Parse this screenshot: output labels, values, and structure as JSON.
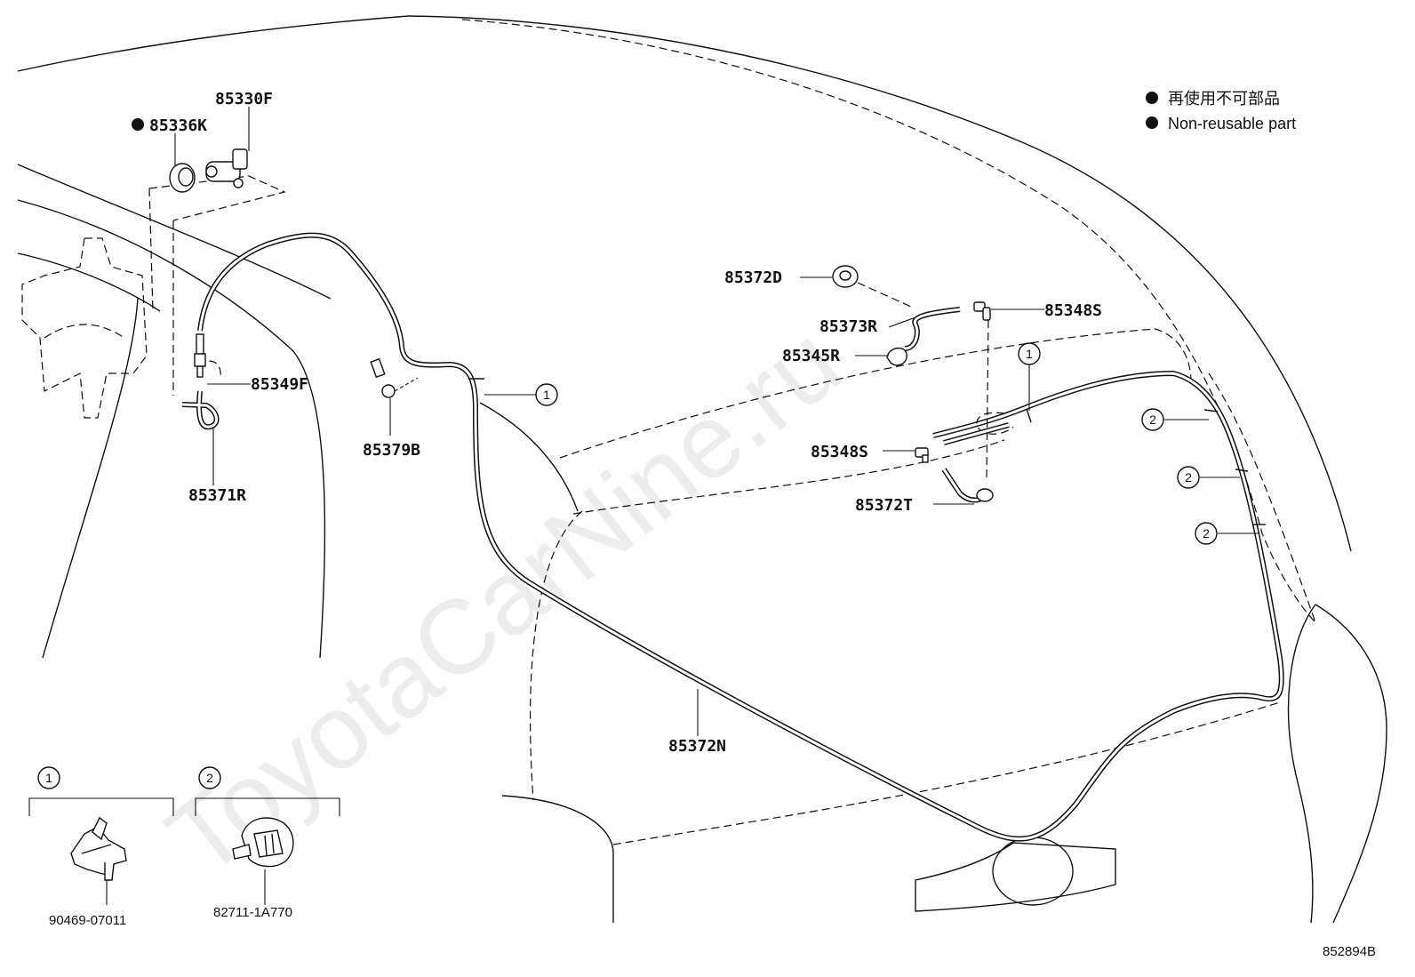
{
  "legend": {
    "line1": "再使用不可部品",
    "line2": "Non-reusable part"
  },
  "watermark": "ToyotaCarNine.ru",
  "diagram_code": "852894B",
  "parts": {
    "p85330F": "85330F",
    "p85336K": "85336K",
    "p85349F": "85349F",
    "p85371R": "85371R",
    "p85379B": "85379B",
    "p85372D": "85372D",
    "p85373R": "85373R",
    "p85345R": "85345R",
    "p85348S_top": "85348S",
    "p85348S_mid": "85348S",
    "p85372T": "85372T",
    "p85372N": "85372N"
  },
  "callouts": {
    "c1_a": "1",
    "c1_b": "1",
    "c2_a": "2",
    "c2_b": "2",
    "c2_c": "2"
  },
  "clips": {
    "clip1": {
      "index": "1",
      "part_number": "90469-07011"
    },
    "clip2": {
      "index": "2",
      "part_number": "82711-1A770"
    }
  }
}
